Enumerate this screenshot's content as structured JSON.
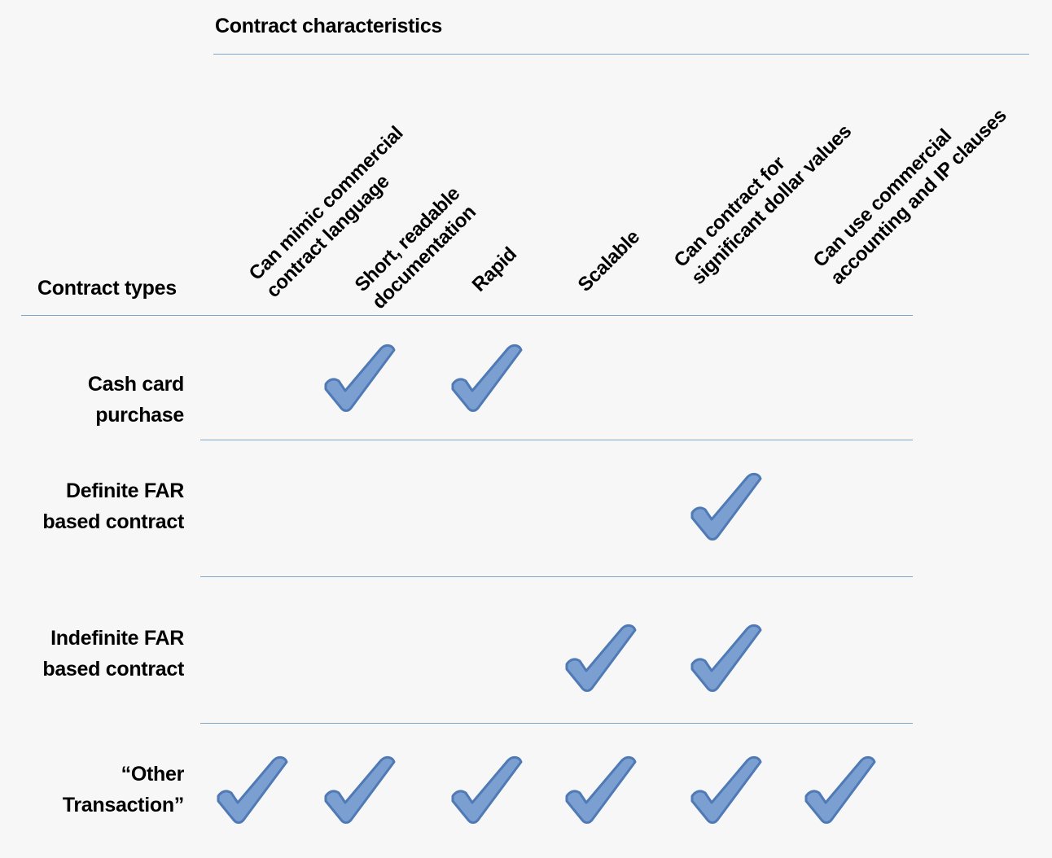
{
  "header": {
    "title": "Contract characteristics"
  },
  "row_header": "Contract types",
  "columns": [
    {
      "lines": [
        "Can mimic commercial",
        "contract language"
      ]
    },
    {
      "lines": [
        "Short, readable",
        "documentation"
      ]
    },
    {
      "lines": [
        "Rapid"
      ]
    },
    {
      "lines": [
        "Scalable"
      ]
    },
    {
      "lines": [
        "Can contract for",
        "significant dollar values"
      ]
    },
    {
      "lines": [
        "Can use commercial",
        "accounting and IP clauses"
      ]
    }
  ],
  "rows": [
    {
      "lines": [
        "Cash card",
        "purchase"
      ],
      "checks": [
        false,
        true,
        true,
        false,
        false,
        false
      ]
    },
    {
      "lines": [
        "Definite FAR",
        "based contract"
      ],
      "checks": [
        false,
        false,
        false,
        false,
        true,
        false
      ]
    },
    {
      "lines": [
        "Indefinite FAR",
        "based contract"
      ],
      "checks": [
        false,
        false,
        false,
        true,
        true,
        false
      ]
    },
    {
      "lines": [
        "“Other",
        "Transaction”"
      ],
      "checks": [
        true,
        true,
        true,
        true,
        true,
        true
      ]
    }
  ],
  "colors": {
    "check_fill": "#7b9fd0",
    "check_stroke": "#4f7ab5",
    "rule": "#7fa6c6"
  },
  "icon": "checkmark-icon"
}
